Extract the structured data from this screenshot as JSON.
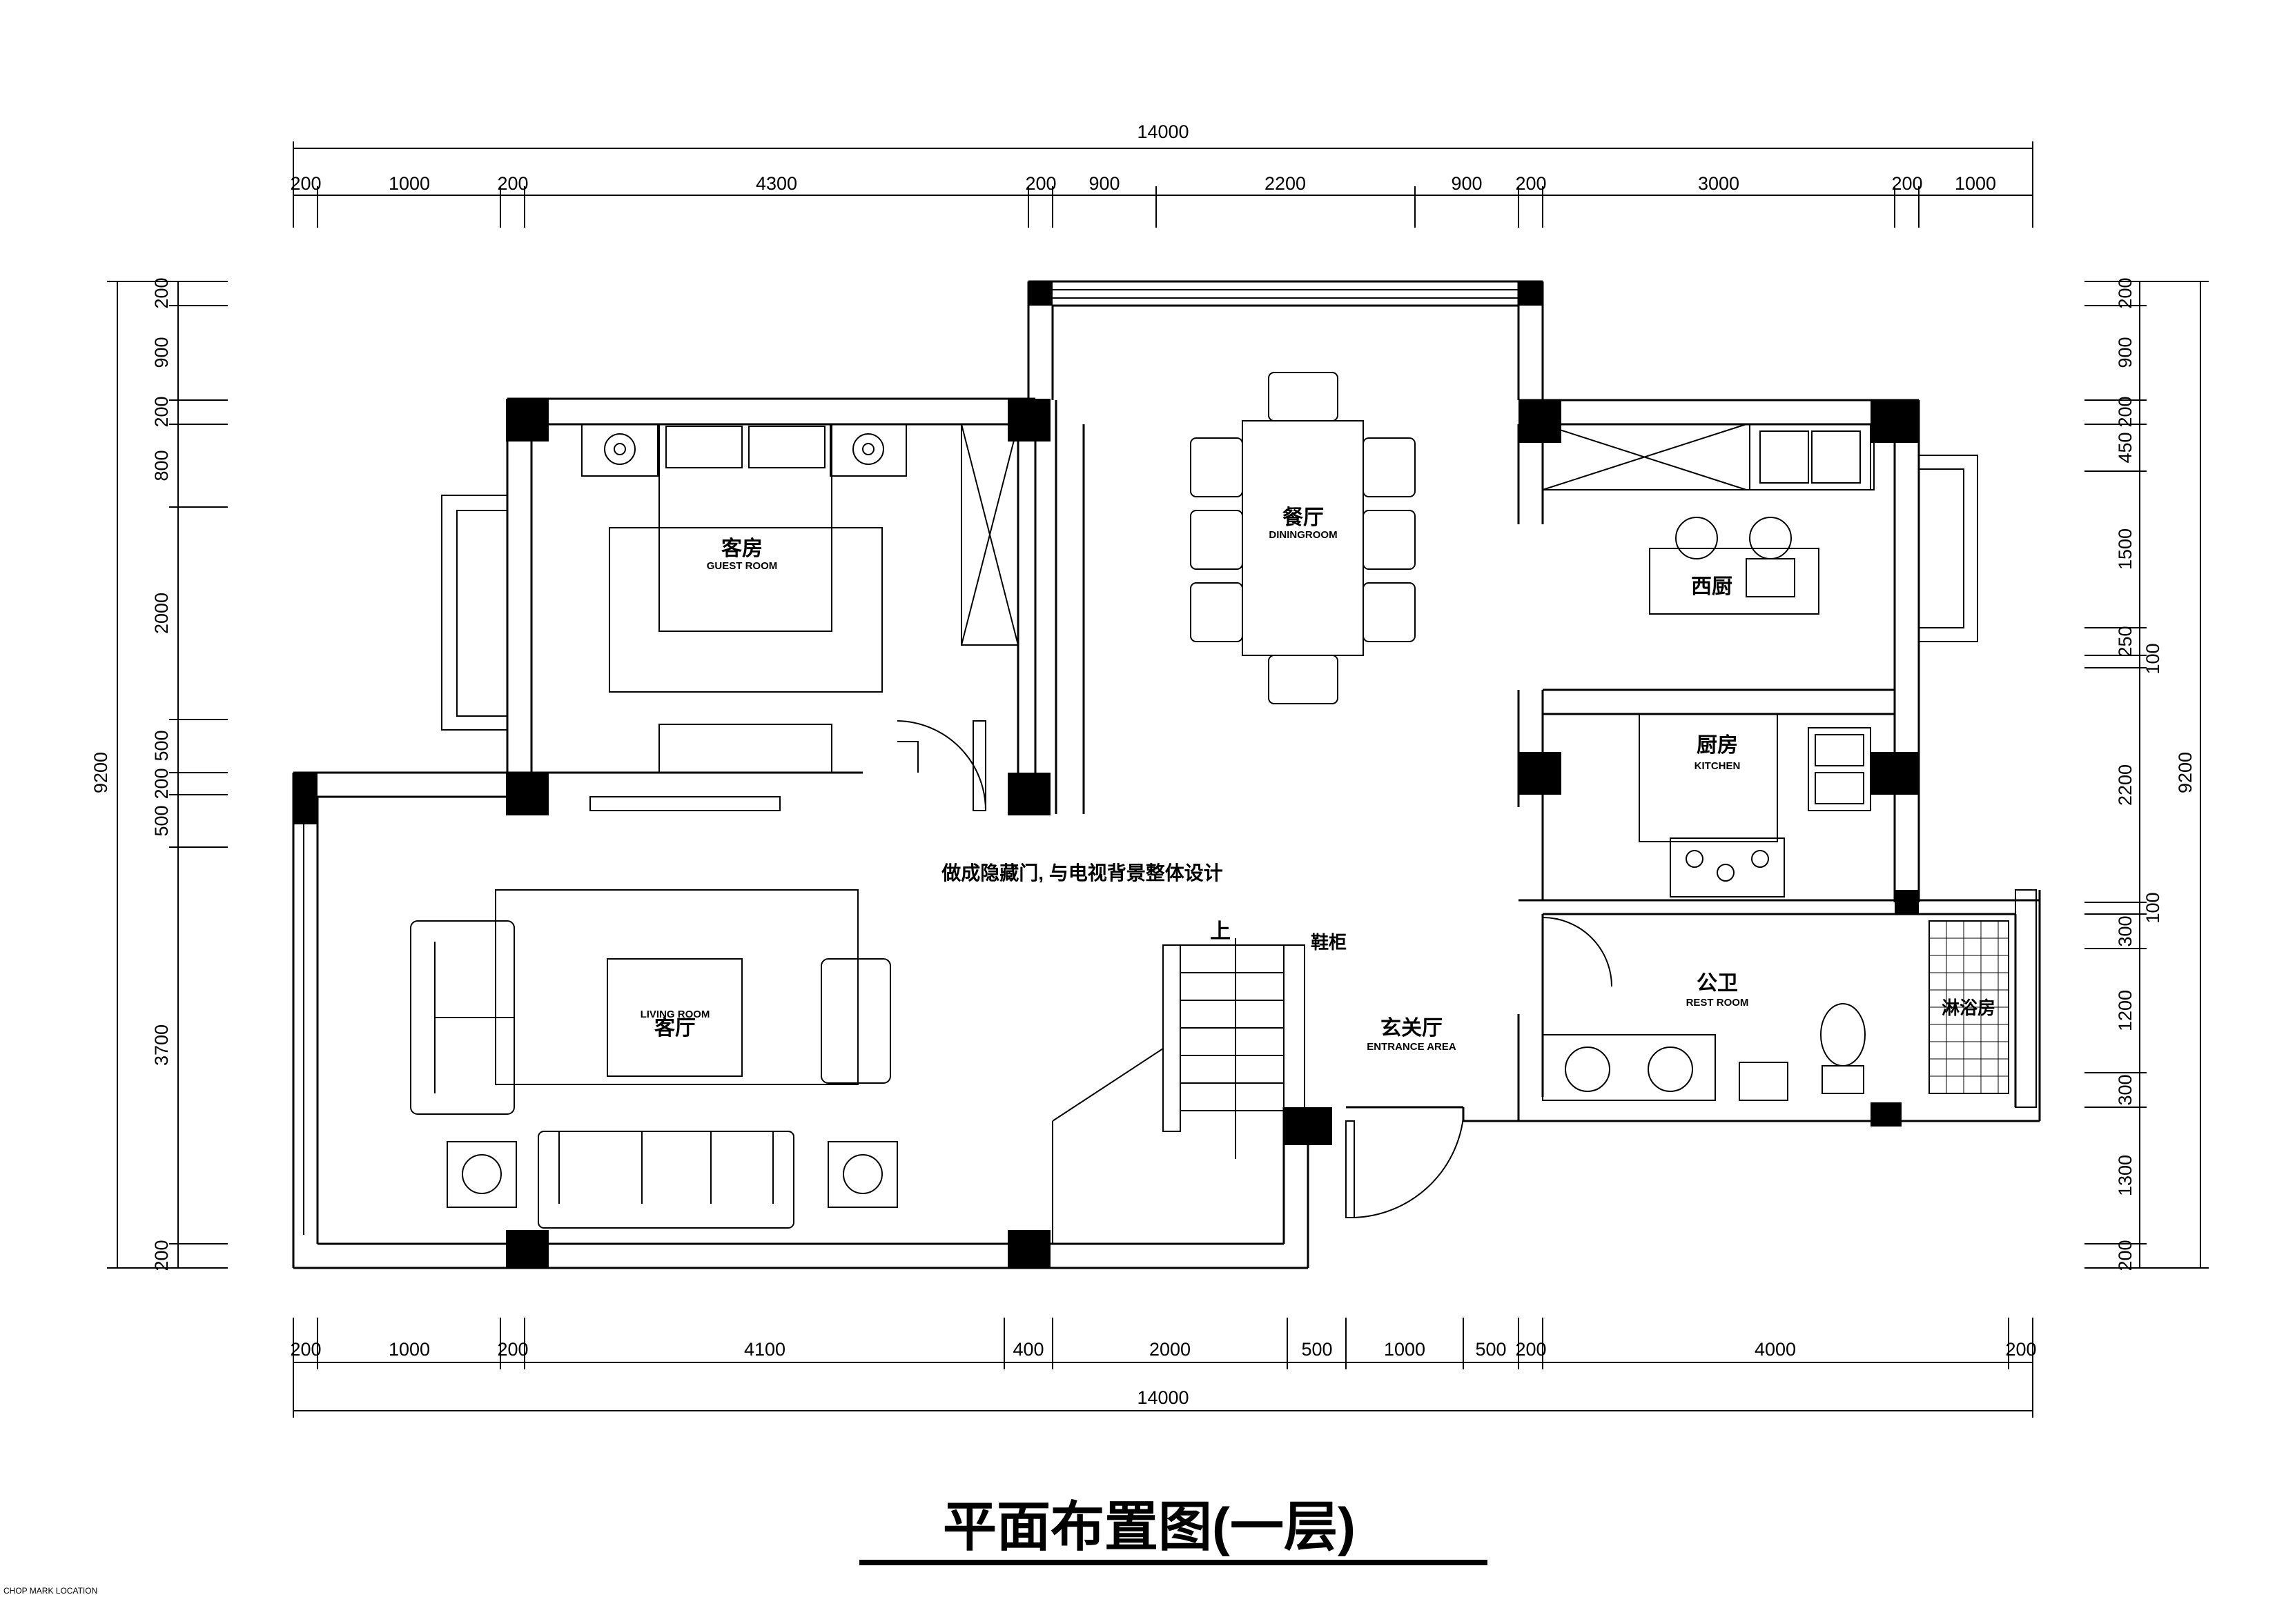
{
  "title": "平面布置图(一层)",
  "corner_mark": "CHOP MARK LOCATION",
  "dimensions": {
    "top_total": "14000",
    "top_segments": [
      "200",
      "1000",
      "200",
      "4300",
      "200",
      "900",
      "2200",
      "900",
      "200",
      "3000",
      "200",
      "1000"
    ],
    "bottom_total": "14000",
    "bottom_segments": [
      "200",
      "1000",
      "200",
      "4100",
      "400",
      "2000",
      "500",
      "1000",
      "500",
      "200",
      "4000",
      "200"
    ],
    "left_total": "9200",
    "left_segments": [
      "200",
      "900",
      "200",
      "800",
      "2000",
      "500",
      "200",
      "500",
      "3700",
      "200"
    ],
    "right_total": "9200",
    "right_segments": [
      "200",
      "900",
      "200",
      "450",
      "1500",
      "250",
      "100",
      "2200",
      "100",
      "300",
      "1200",
      "300",
      "1300",
      "200"
    ]
  },
  "rooms": {
    "guest_room": {
      "cn": "客房",
      "en": "GUEST ROOM"
    },
    "dining_room": {
      "cn": "餐厅",
      "en": "DININGROOM"
    },
    "western_kitchen": {
      "cn": "西厨"
    },
    "kitchen": {
      "cn": "厨房",
      "en": "KITCHEN"
    },
    "living_room": {
      "cn": "客厅",
      "en": "LIVING ROOM"
    },
    "entrance": {
      "cn": "玄关厅",
      "en": "ENTRANCE AREA"
    },
    "rest_room": {
      "cn": "公卫",
      "en": "REST ROOM"
    },
    "shower": {
      "cn": "淋浴房"
    }
  },
  "notes": {
    "hidden_door": "做成隐藏门, 与电视背景整体设计",
    "stairs_up": "上",
    "shoe_cabinet": "鞋柜"
  }
}
